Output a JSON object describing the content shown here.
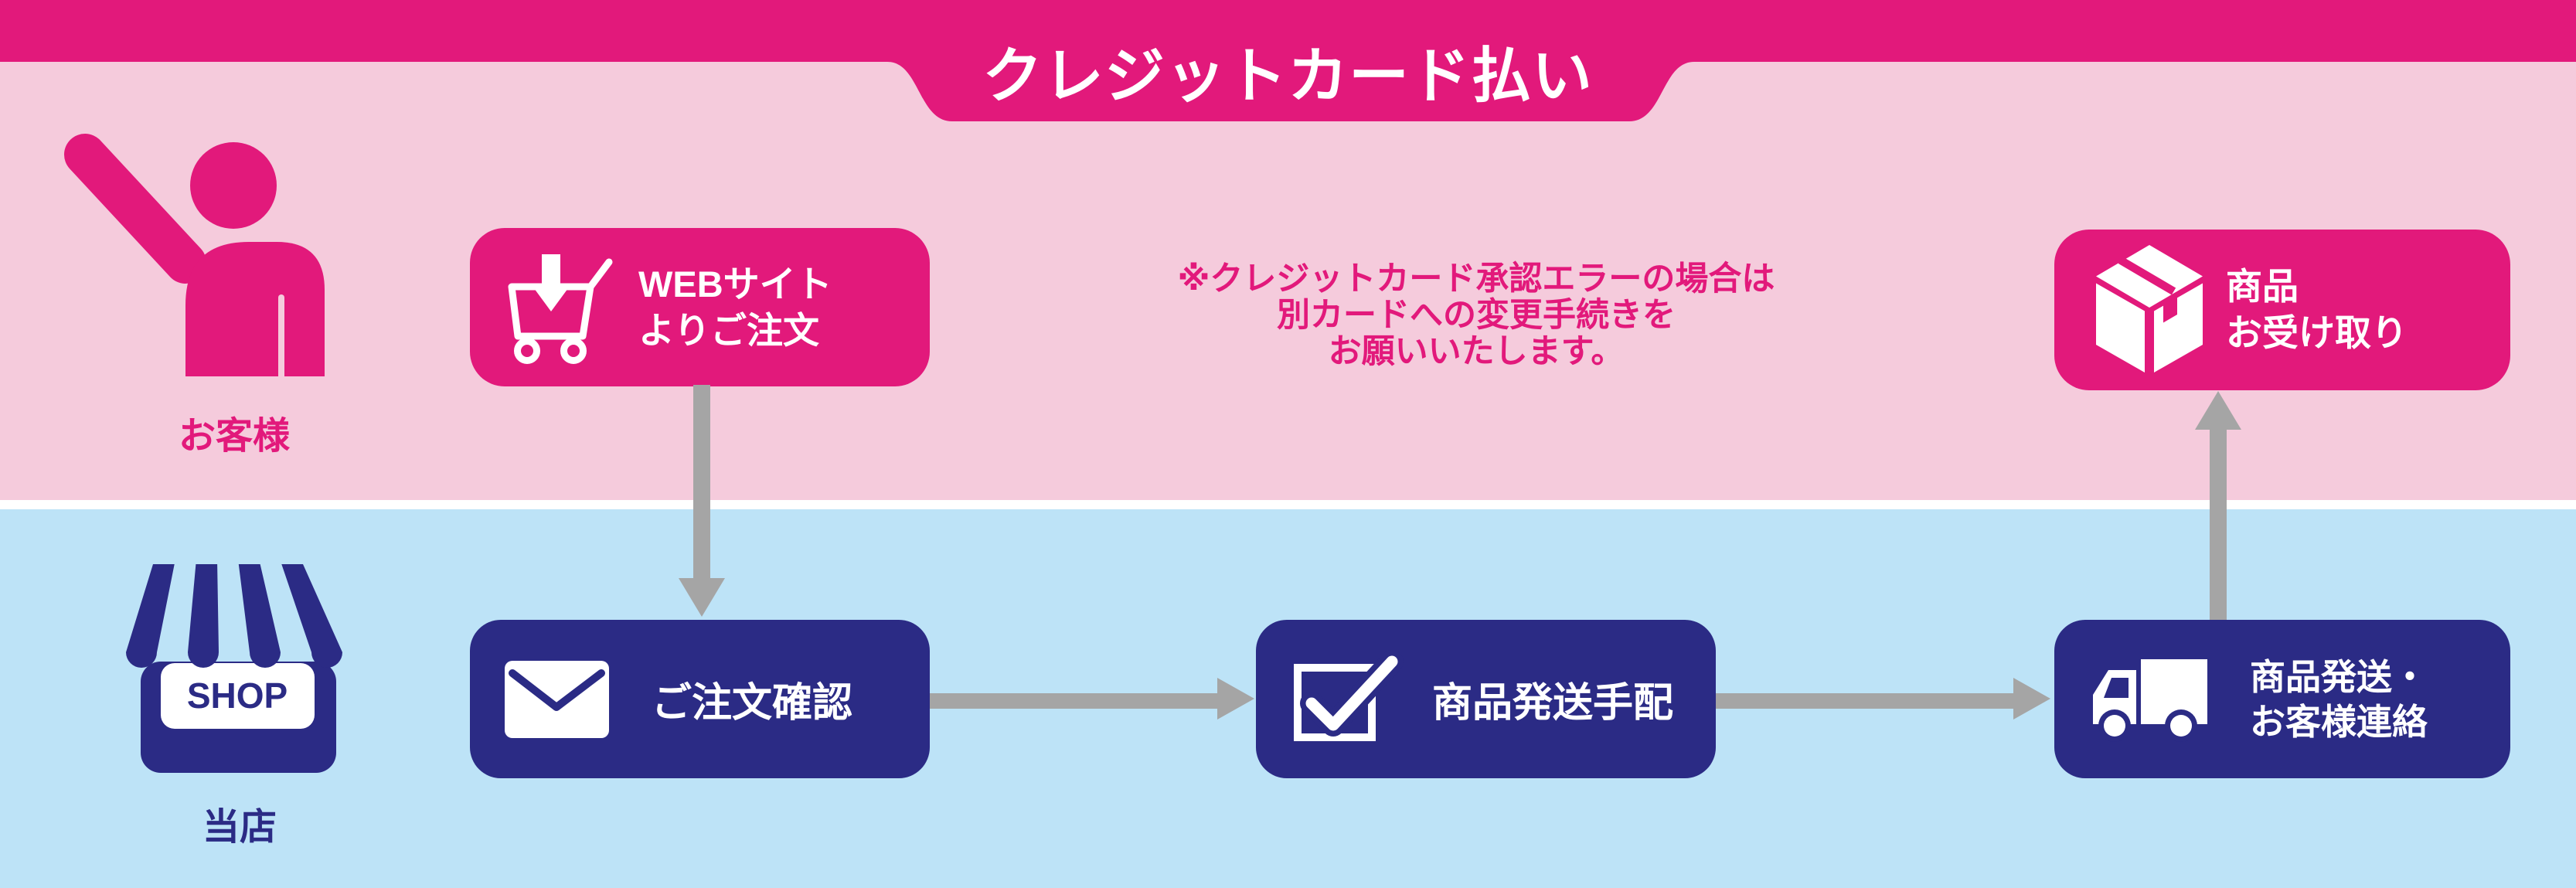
{
  "colors": {
    "magenta": "#e2197b",
    "pink_bg": "#f5cbdc",
    "blue_bg": "#bde3f7",
    "navy": "#2b2b85",
    "arrow_gray": "#a5a5a5",
    "white": "#ffffff"
  },
  "header": {
    "title": "クレジットカード払い"
  },
  "lanes": {
    "customer_label": "お客様",
    "shop_label": "当店",
    "shop_sign": "SHOP"
  },
  "steps": {
    "web_order": {
      "line1": "WEBサイト",
      "line2": "よりご注文"
    },
    "order_confirm": {
      "label": "ご注文確認"
    },
    "ship_arrange": {
      "label": "商品発送手配"
    },
    "ship_contact": {
      "line1": "商品発送・",
      "line2": "お客様連絡"
    },
    "receive": {
      "line1": "商品",
      "line2": "お受け取り"
    }
  },
  "note": {
    "line1": "※クレジットカード承認エラーの場合は",
    "line2": "別カードへの変更手続きを",
    "line3": "お願いいたします。"
  }
}
